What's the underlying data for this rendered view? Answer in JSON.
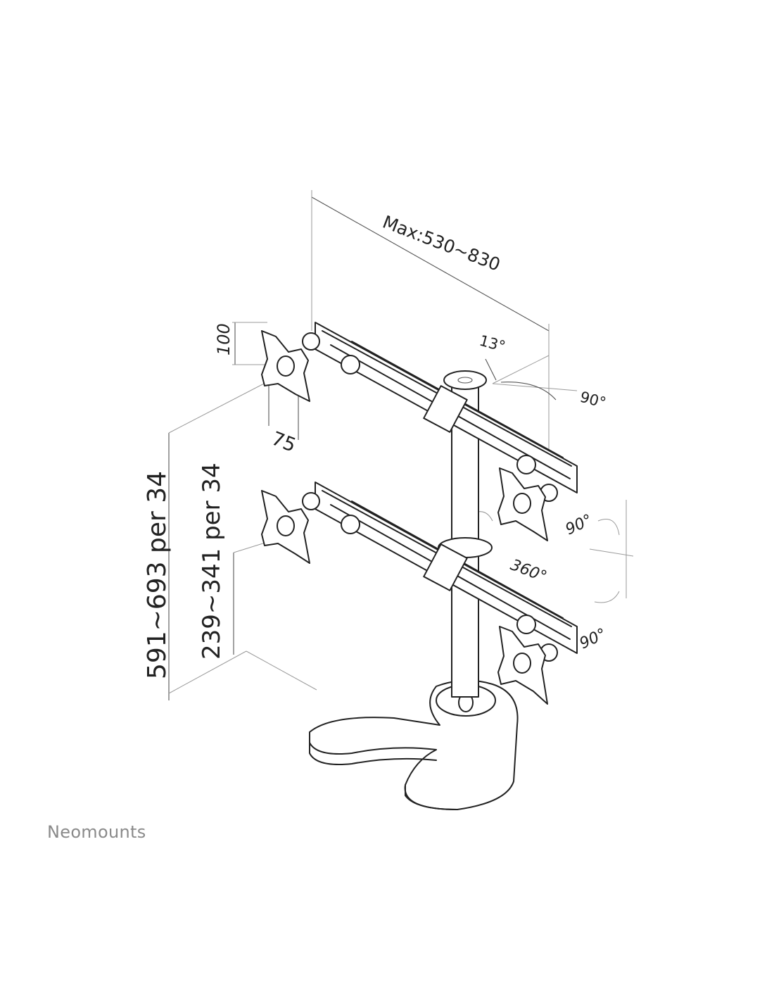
{
  "dimensions": {
    "arm_span": "Max:530~830",
    "vesa_vertical": "100",
    "vesa_horizontal": "75",
    "total_height": "591~693 per 34",
    "lower_height": "239~341 per 34",
    "tilt_angle": "13°",
    "swivel_top": "90°",
    "rotate_left": "90°",
    "rotation": "360°",
    "swivel_bottom": "90°"
  },
  "brand": {
    "name": "Neomounts",
    "color": "#8a8a8a"
  }
}
